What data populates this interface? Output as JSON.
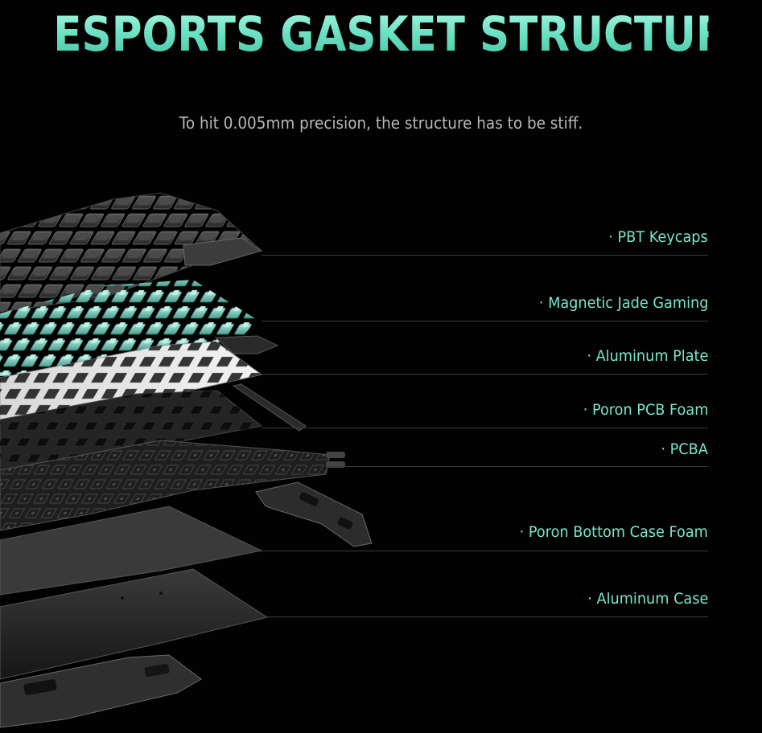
{
  "header": {
    "title": "ESPORTS GASKET STRUCTURE",
    "subtitle": "To hit 0.005mm precision, the structure has to be stiff."
  },
  "layers": [
    {
      "label": "· PBT Keycaps"
    },
    {
      "label": "· Magnetic Jade Gaming"
    },
    {
      "label": "· Aluminum Plate"
    },
    {
      "label": "· Poron PCB Foam"
    },
    {
      "label": "· PCBA"
    },
    {
      "label": "· Poron Bottom Case Foam"
    },
    {
      "label": "· Aluminum Case"
    }
  ],
  "colors": {
    "background": "#020202",
    "accent": "#79e6cc",
    "subtitle": "#b9b9b9",
    "rule": "#3a3a3a"
  }
}
